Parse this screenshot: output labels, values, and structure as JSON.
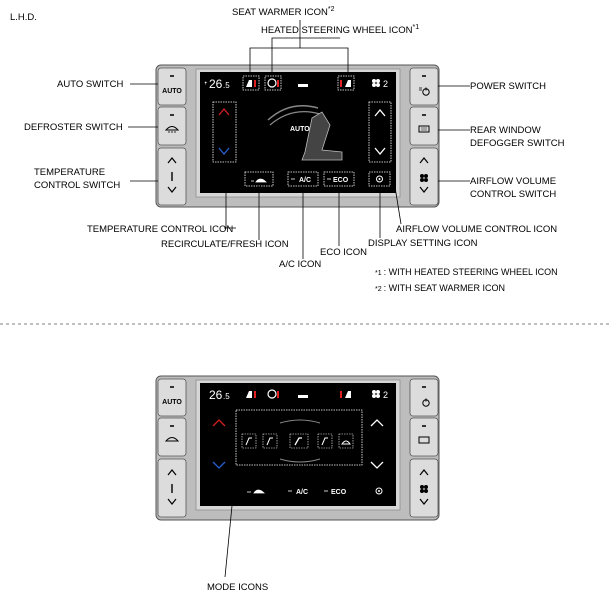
{
  "header": {
    "drive": "L.H.D."
  },
  "labels": {
    "seat_warmer_icon": "SEAT WARMER ICON",
    "seat_warmer_mark": "*2",
    "heated_steering_icon": "HEATED STEERING WHEEL ICON",
    "heated_steering_mark": "*1",
    "auto_switch": "AUTO SWITCH",
    "defroster_switch": "DEFROSTER SWITCH",
    "temperature_control_switch": [
      "TEMPERATURE",
      "CONTROL SWITCH"
    ],
    "power_switch": "POWER SWITCH",
    "rear_window_defogger_switch": [
      "REAR WINDOW",
      "DEFOGGER SWITCH"
    ],
    "airflow_volume_control_switch": [
      "AIRFLOW VOLUME",
      "CONTROL SWITCH"
    ],
    "temperature_control_icon": "TEMPERATURE CONTROL ICON",
    "recirculate_fresh_icon": "RECIRCULATE/FRESH ICON",
    "ac_icon": "A/C ICON",
    "eco_icon": "ECO ICON",
    "airflow_volume_control_icon": "AIRFLOW VOLUME CONTROL ICON",
    "display_setting_icon": "DISPLAY SETTING ICON",
    "mode_icons": "MODE ICONS"
  },
  "footnotes": {
    "note1_mark": "*1",
    "note1": ": WITH HEATED STEERING WHEEL ICON",
    "note2_mark": "*2",
    "note2": ": WITH SEAT WARMER ICON"
  },
  "screen": {
    "temperature": "26",
    "temperature_decimal": ".5",
    "fan_level": "2",
    "auto_text": "AUTO",
    "ac_text": "A/C",
    "eco_text": "ECO"
  },
  "buttons": {
    "auto": "AUTO"
  },
  "colors": {
    "screen_bg": "#000000",
    "bezel": "#b8b8b8",
    "up_arrow": "#d42020",
    "down_arrow": "#2a5fd4",
    "heater_indicator": "#e02020"
  },
  "icons": [
    "seat-warmer-icon",
    "heated-steering-wheel-icon",
    "fan-icon",
    "defroster-icon",
    "rear-defogger-icon",
    "power-icon",
    "recirculate-icon",
    "display-setting-icon",
    "mode-icons"
  ]
}
